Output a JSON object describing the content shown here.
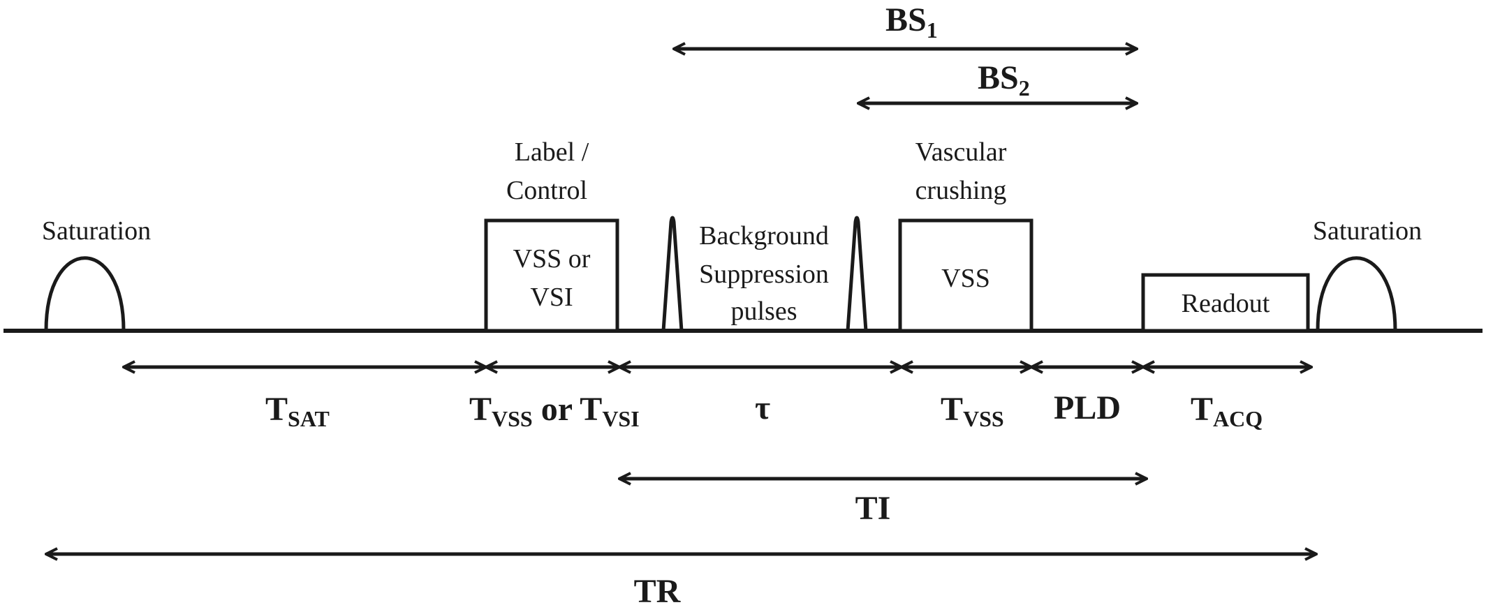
{
  "pulses": {
    "saturation_left": "Saturation",
    "label_control": [
      "Label /",
      "Control"
    ],
    "vss_or_vsi": [
      "VSS or",
      "VSI"
    ],
    "background_suppression": [
      "Background",
      "Suppression",
      "pulses"
    ],
    "vascular_crushing": [
      "Vascular",
      "crushing"
    ],
    "vss": "VSS",
    "readout": "Readout",
    "saturation_right": "Saturation"
  },
  "intervals": {
    "bs1": {
      "main": "BS",
      "sub": "1"
    },
    "bs2": {
      "main": "BS",
      "sub": "2"
    },
    "tsat": {
      "main": "T",
      "sub": "SAT"
    },
    "tvss_or_tvsi": {
      "main1": "T",
      "sub1": "VSS",
      "mid": " or ",
      "main2": "T",
      "sub2": "VSI"
    },
    "tau": "τ",
    "tvss": {
      "main": "T",
      "sub": "VSS"
    },
    "pld": "PLD",
    "tacq": {
      "main": "T",
      "sub": "ACQ"
    },
    "ti": "TI",
    "tr": "TR"
  }
}
